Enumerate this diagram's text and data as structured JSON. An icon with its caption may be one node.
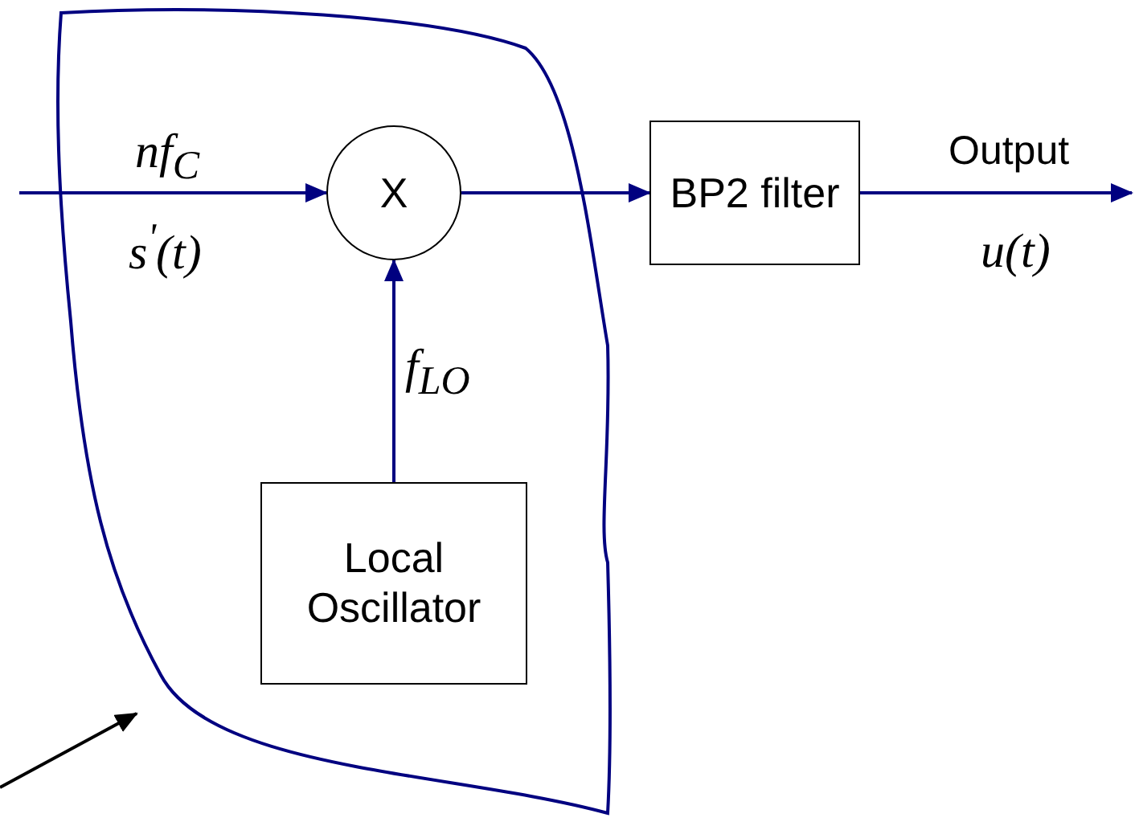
{
  "diagram": {
    "nodes": [
      {
        "text": [],
        "shape": "cloud"
      },
      {
        "text": [
          "X"
        ],
        "in": 0
      },
      {
        "text": [
          "BP2 filter"
        ]
      },
      {
        "text": [
          "Local Oscillator"
        ],
        "in": 0
      }
    ],
    "edges": [
      {
        "from": null,
        "to": 1,
        "arrow": "to",
        "label": "nf$_{C}$"
      },
      {
        "from": 3,
        "to": 1,
        "arrow": "to",
        "label": "f$_{LO}$"
      },
      {
        "from": 1,
        "to": 2,
        "arrow": "to"
      },
      {
        "from": 2,
        "to": null,
        "arrow": "to",
        "label": "Output"
      },
      {
        "from": null,
        "to": 0,
        "arrow": "to",
        "color": "#000000"
      }
    ],
    "labels": [
      "s$^{'}$(t)",
      "u(t)"
    ]
  }
}
